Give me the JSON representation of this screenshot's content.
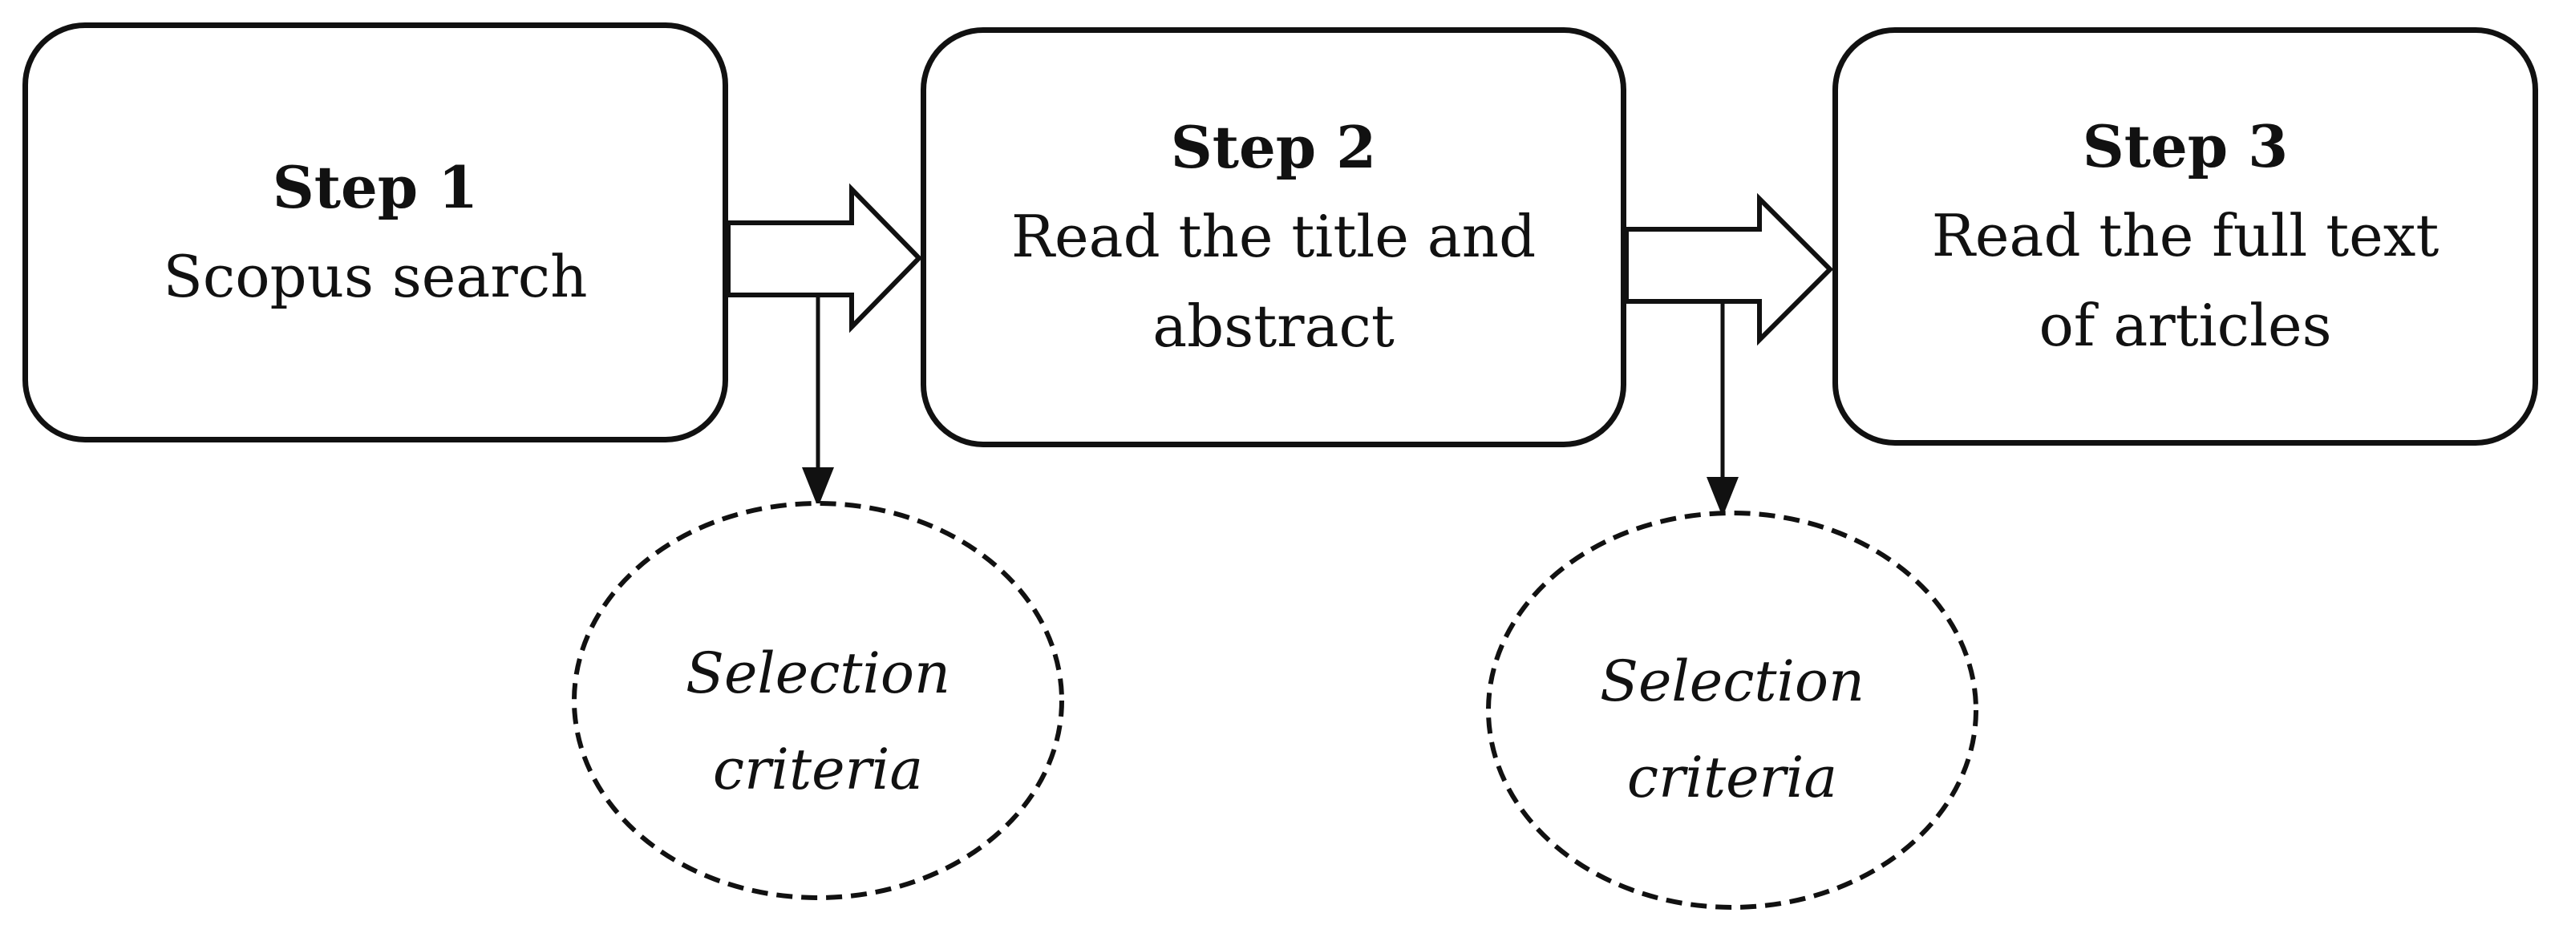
{
  "steps": [
    {
      "title": "Step 1",
      "description": "Scopus search"
    },
    {
      "title": "Step 2",
      "description": "Read the title and abstract"
    },
    {
      "title": "Step 3",
      "description": "Read the full text of articles"
    }
  ],
  "criteria": [
    {
      "label": "Selection criteria"
    },
    {
      "label": "Selection criteria"
    }
  ],
  "colors": {
    "stroke": "#111111",
    "background": "#ffffff"
  }
}
